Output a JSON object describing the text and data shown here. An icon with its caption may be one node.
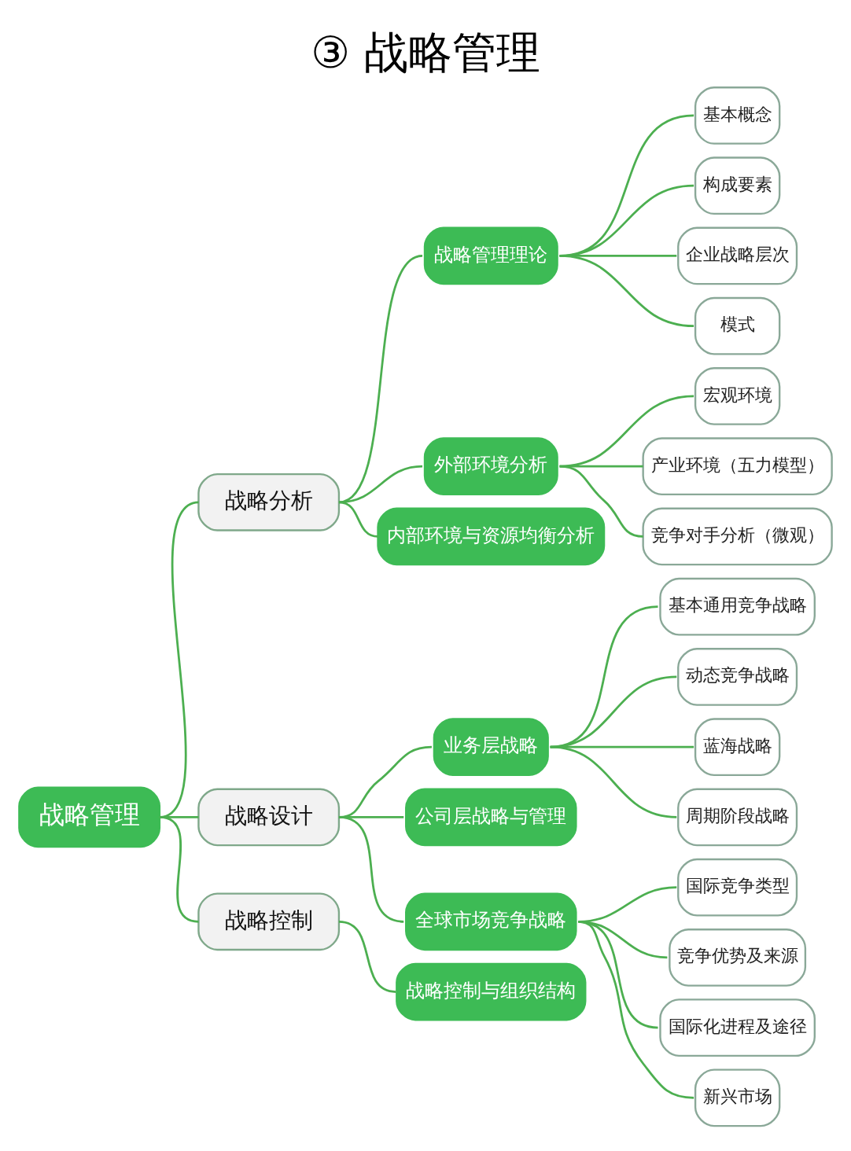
{
  "diagram": {
    "title": "③ 战略管理",
    "nodes": [
      {
        "text": [
          "战略管理"
        ]
      },
      {
        "text": [
          "战略分析"
        ]
      },
      {
        "text": [
          "战略管理理论"
        ]
      },
      {
        "text": [
          "基本概念"
        ]
      },
      {
        "text": [
          "构成要素"
        ]
      },
      {
        "text": [
          "企业战略层次"
        ]
      },
      {
        "text": [
          "模式"
        ]
      },
      {
        "text": [
          "外部环境分析"
        ]
      },
      {
        "text": [
          "宏观环境"
        ]
      },
      {
        "text": [
          "产业环境（五力模型）"
        ]
      },
      {
        "text": [
          "竞争对手分析（微观）"
        ]
      },
      {
        "text": [
          "内部环境与资源均衡分析"
        ]
      },
      {
        "text": [
          "战略设计"
        ]
      },
      {
        "text": [
          "业务层战略"
        ]
      },
      {
        "text": [
          "基本通用竞争战略"
        ]
      },
      {
        "text": [
          "动态竞争战略"
        ]
      },
      {
        "text": [
          "蓝海战略"
        ]
      },
      {
        "text": [
          "周期阶段战略"
        ]
      },
      {
        "text": [
          "公司层战略与管理"
        ]
      },
      {
        "text": [
          "全球市场竞争战略"
        ]
      },
      {
        "text": [
          "国际竞争类型"
        ]
      },
      {
        "text": [
          "竞争优势及来源"
        ]
      },
      {
        "text": [
          "国际化进程及途径"
        ]
      },
      {
        "text": [
          "新兴市场"
        ]
      },
      {
        "text": [
          "战略控制"
        ]
      },
      {
        "text": [
          "战略控制与组织结构"
        ]
      }
    ],
    "edges": [
      {
        "from": 0,
        "to": 1,
        "arrow": "none"
      },
      {
        "from": 1,
        "to": 2,
        "arrow": "none"
      },
      {
        "from": 2,
        "to": 3,
        "arrow": "none"
      },
      {
        "from": 2,
        "to": 4,
        "arrow": "none"
      },
      {
        "from": 2,
        "to": 5,
        "arrow": "none"
      },
      {
        "from": 2,
        "to": 6,
        "arrow": "none"
      },
      {
        "from": 1,
        "to": 7,
        "arrow": "none"
      },
      {
        "from": 7,
        "to": 8,
        "arrow": "none"
      },
      {
        "from": 7,
        "to": 9,
        "arrow": "none"
      },
      {
        "from": 7,
        "to": 10,
        "arrow": "none"
      },
      {
        "from": 1,
        "to": 11,
        "arrow": "none"
      },
      {
        "from": 0,
        "to": 12,
        "arrow": "none"
      },
      {
        "from": 12,
        "to": 13,
        "arrow": "none"
      },
      {
        "from": 13,
        "to": 14,
        "arrow": "none"
      },
      {
        "from": 13,
        "to": 15,
        "arrow": "none"
      },
      {
        "from": 13,
        "to": 16,
        "arrow": "none"
      },
      {
        "from": 13,
        "to": 17,
        "arrow": "none"
      },
      {
        "from": 12,
        "to": 18,
        "arrow": "none"
      },
      {
        "from": 12,
        "to": 19,
        "arrow": "none"
      },
      {
        "from": 19,
        "to": 20,
        "arrow": "none"
      },
      {
        "from": 19,
        "to": 21,
        "arrow": "none"
      },
      {
        "from": 19,
        "to": 22,
        "arrow": "none"
      },
      {
        "from": 19,
        "to": 23,
        "arrow": "none"
      },
      {
        "from": 0,
        "to": 24,
        "arrow": "none"
      },
      {
        "from": 24,
        "to": 25,
        "arrow": "none"
      }
    ]
  }
}
